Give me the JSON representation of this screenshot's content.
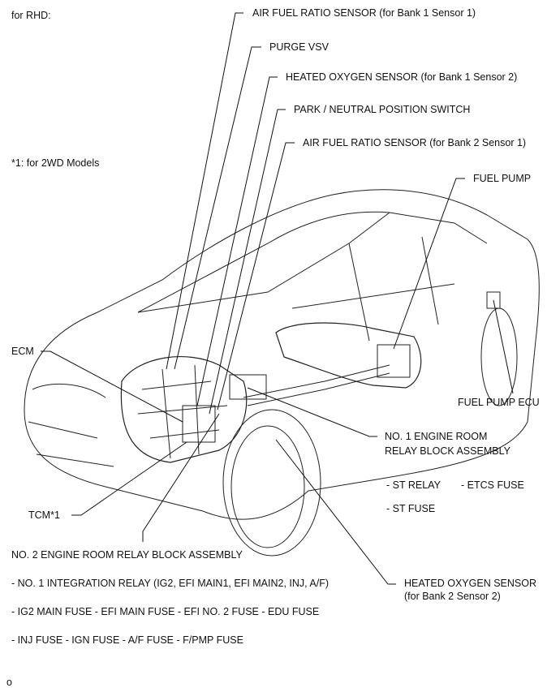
{
  "header_note": "for RHD:",
  "footnote": "*1: for 2WD Models",
  "footer_mark": "o",
  "labels": {
    "af_sensor_b1s1": "AIR FUEL RATIO SENSOR (for Bank 1 Sensor 1)",
    "purge_vsv": "PURGE VSV",
    "heated_o2_b1s2": "HEATED OXYGEN SENSOR (for Bank 1 Sensor 2)",
    "park_neutral": "PARK / NEUTRAL POSITION SWITCH",
    "af_sensor_b2s1": "AIR FUEL RATIO SENSOR (for Bank 2 Sensor 1)",
    "fuel_pump": "FUEL PUMP",
    "fuel_pump_ecu": "FUEL PUMP ECU",
    "ecm": "ECM",
    "tcm": "TCM*1",
    "no1_relay_line1": "NO. 1 ENGINE ROOM",
    "no1_relay_line2": "RELAY BLOCK ASSEMBLY",
    "st_relay": "- ST RELAY",
    "etcs_fuse": "- ETCS FUSE",
    "st_fuse": "- ST FUSE",
    "no2_relay": "NO. 2 ENGINE ROOM RELAY BLOCK ASSEMBLY",
    "integration_relay": "- NO. 1 INTEGRATION RELAY (IG2, EFI MAIN1, EFI MAIN2, INJ, A/F)",
    "fuse_row1": "- IG2 MAIN FUSE  - EFI MAIN FUSE   - EFI NO. 2 FUSE   - EDU FUSE",
    "fuse_row2": "- INJ FUSE   - IGN FUSE   - A/F FUSE   - F/PMP FUSE",
    "heated_o2_b2s2_line1": "HEATED OXYGEN SENSOR",
    "heated_o2_b2s2_line2": "(for Bank 2 Sensor 2)"
  }
}
